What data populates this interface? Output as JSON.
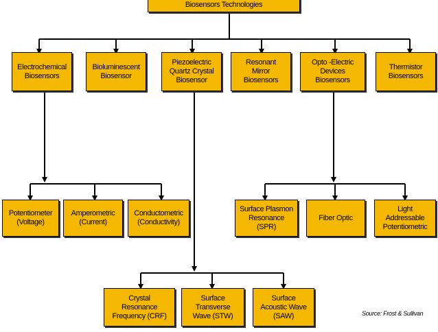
{
  "root": {
    "label": "Biosensors Technologies"
  },
  "categories": [
    {
      "label": "Electrochemical\nBiosensors"
    },
    {
      "label": "Bioluminescent\nBiosensor"
    },
    {
      "label": "Piezoelectric\nQuartz Crystal\nBiosensor"
    },
    {
      "label": "Resonant\nMirror\nBiosensors"
    },
    {
      "label": "Opto -Electric\nDevices\nBiosensors"
    },
    {
      "label": "Thermistor\nBiosensors"
    }
  ],
  "electrochemical_types": [
    {
      "label": "Potentiometer\n(Voltage)"
    },
    {
      "label": "Amperometric\n(Current)"
    },
    {
      "label": "Conductometric\n(Conductivity)"
    }
  ],
  "optoelectric_types": [
    {
      "label": "Surface Plasmon\nResonance\n(SPR)"
    },
    {
      "label": "Fiber Optic"
    },
    {
      "label": "Light\nAddressable\nPotentiometric"
    }
  ],
  "piezoelectric_types": [
    {
      "label": "Crystal\nResonance\nFrequency (CRF)"
    },
    {
      "label": "Surface\nTransverse\nWave (STW)"
    },
    {
      "label": "Surface\nAcoustic Wave\n(SAW)"
    }
  ],
  "source": "Source: Frost & Sullivan",
  "colors": {
    "box_fill": "#f5b800",
    "line": "#000000"
  }
}
